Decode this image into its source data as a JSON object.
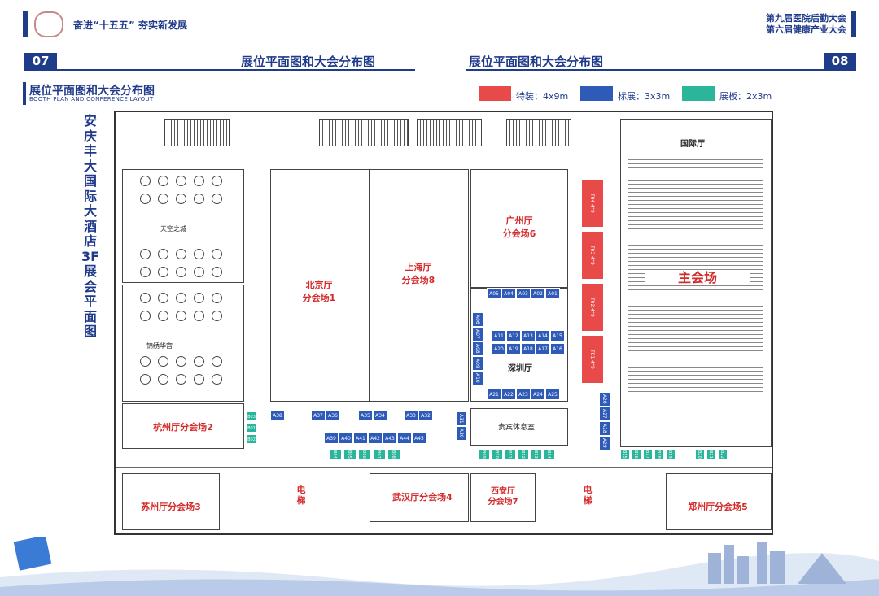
{
  "header": {
    "slogan": "奋进“十五五” 夯实新发展",
    "conference_line1": "第九届医院后勤大会",
    "conference_line2": "第六届健康产业大会"
  },
  "pages": {
    "left_number": "07",
    "left_title": "展位平面图和大会分布图",
    "right_title": "展位平面图和大会分布图",
    "right_number": "08"
  },
  "section": {
    "title": "展位平面图和大会分布图",
    "subtitle": "BOOTH PLAN AND CONFERENCE LAYOUT"
  },
  "vertical_title": "安庆丰大国际大酒店3F展会平面图",
  "legend": [
    {
      "label": "特装：4x9m",
      "color": "#e84a4a"
    },
    {
      "label": "标展：3x3m",
      "color": "#2e5ab8"
    },
    {
      "label": "展板：2x3m",
      "color": "#2bb59a"
    }
  ],
  "halls": {
    "beijing": "北京厅\n分会场1",
    "shanghai": "上海厅\n分会场8",
    "guangzhou": "广州厅\n分会场6",
    "main": "主会场",
    "international": "国际厅",
    "shenzhen": "深圳厅",
    "hangzhou": "杭州厅分会场2",
    "suzhou": "苏州厅分会场3",
    "wuhan": "武汉厅分会场4",
    "xian": "西安厅\n分会场7",
    "zhengzhou": "郑州厅分会场5",
    "vip": "贵宾休息室",
    "elevator_left": "电\n梯",
    "elevator_right": "电\n梯",
    "tiankong": "天空之城",
    "jinxiu": "锦绣华宫"
  },
  "booths_blue": [
    "A05",
    "A04",
    "A03",
    "A02",
    "A01",
    "A11",
    "A12",
    "A13",
    "A14",
    "A15",
    "A20",
    "A19",
    "A18",
    "A17",
    "A16",
    "A21",
    "A22",
    "A23",
    "A24",
    "A25",
    "A06",
    "A07",
    "A08",
    "A09",
    "A10",
    "A26",
    "A27",
    "A28",
    "A29",
    "A30",
    "A31",
    "A32",
    "A33",
    "A34",
    "A35",
    "A36",
    "A37",
    "A38",
    "A39",
    "A40",
    "A41",
    "A42",
    "A43",
    "A44",
    "A45"
  ],
  "booths_green": [
    "B01",
    "B02",
    "B03",
    "B04",
    "B05",
    "B06",
    "B07",
    "B08",
    "B09",
    "B10",
    "B11",
    "B12",
    "B13",
    "B14",
    "B15",
    "B16",
    "B17",
    "B18",
    "B19",
    "B20",
    "B21",
    "B22"
  ],
  "booths_red": [
    "T01 4*9",
    "T02 4*9",
    "T03 4*9",
    "T04 4*9"
  ]
}
